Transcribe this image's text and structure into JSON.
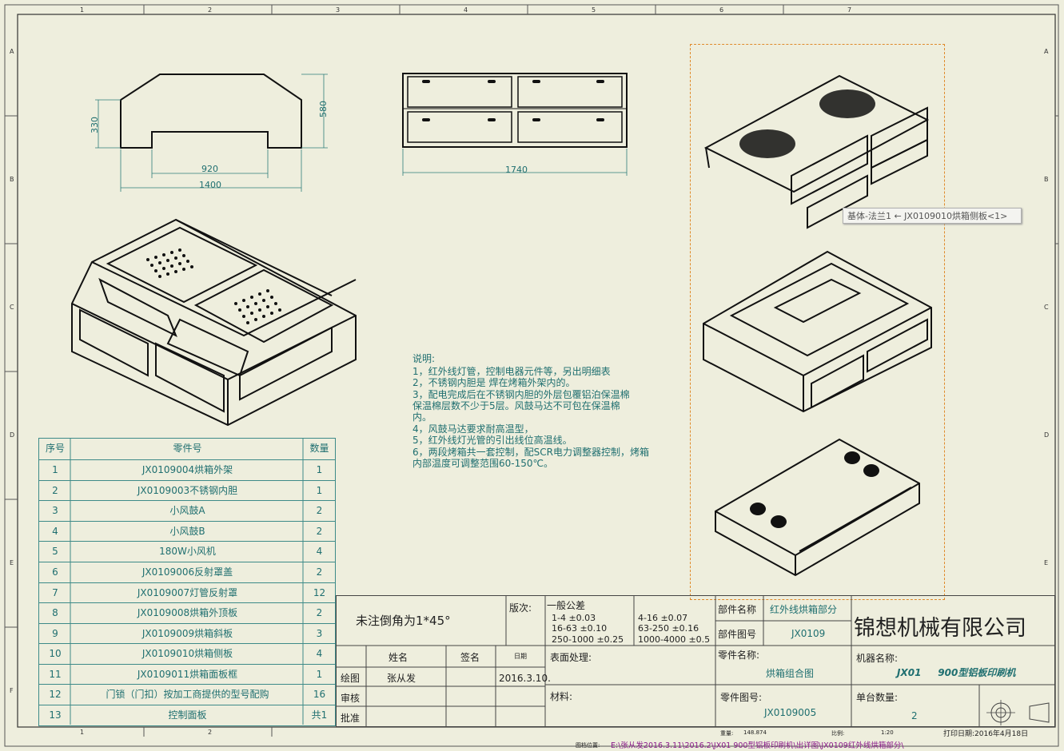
{
  "border_numbers": {
    "top": [
      "1",
      "2",
      "3",
      "4",
      "5",
      "6",
      "7"
    ],
    "left": [
      "A",
      "B",
      "C",
      "D",
      "E",
      "F"
    ]
  },
  "dimensions": {
    "front": {
      "h1": "330",
      "h2": "580",
      "w1": "920",
      "w2": "1400"
    },
    "top": {
      "w": "1740"
    }
  },
  "tooltip": "基体-法兰1 ← JX0109010烘箱侧板<1>",
  "notes": {
    "title": "说明:",
    "lines": [
      "1，红外线灯管，控制电器元件等，另出明细表",
      "2，不锈钢内胆是 焊在烤箱外架内的。",
      "3，配电完成后在不锈钢内胆的外层包覆铝泊保温棉",
      "    保温棉层数不少于5层。风鼓马达不可包在保温棉",
      "    内。",
      "4，风鼓马达要求耐高温型，",
      "5，红外线灯光管的引出线位高温线。",
      "6，两段烤箱共一套控制，配SCR电力调整器控制，烤箱",
      "    内部温度可调整范围60-150℃。"
    ]
  },
  "bom": {
    "headers": {
      "no": "序号",
      "part": "零件号",
      "qty": "数量"
    },
    "rows": [
      {
        "no": "1",
        "part": "JX0109004烘箱外架",
        "qty": "1"
      },
      {
        "no": "2",
        "part": "JX0109003不锈钢内胆",
        "qty": "1"
      },
      {
        "no": "3",
        "part": "小风鼓A",
        "qty": "2"
      },
      {
        "no": "4",
        "part": "小风鼓B",
        "qty": "2"
      },
      {
        "no": "5",
        "part": "180W小风机",
        "qty": "4"
      },
      {
        "no": "6",
        "part": "JX0109006反射罩盖",
        "qty": "2"
      },
      {
        "no": "7",
        "part": "JX0109007灯管反射罩",
        "qty": "12"
      },
      {
        "no": "8",
        "part": "JX0109008烘箱外顶板",
        "qty": "2"
      },
      {
        "no": "9",
        "part": "JX0109009烘箱斜板",
        "qty": "3"
      },
      {
        "no": "10",
        "part": "JX0109010烘箱侧板",
        "qty": "4"
      },
      {
        "no": "11",
        "part": "JX0109011烘箱面板框",
        "qty": "1"
      },
      {
        "no": "12",
        "part": "门锁（门扣）按加工商提供的型号配购",
        "qty": "16"
      },
      {
        "no": "13",
        "part": "控制面板",
        "qty": "共1"
      }
    ]
  },
  "title_block": {
    "chamfer": "未注倒角为1*45°",
    "version_label": "版次:",
    "tolerance_title": "一般公差",
    "tol_left": [
      "1-4  ±0.03",
      "16-63  ±0.10",
      "250-1000  ±0.25"
    ],
    "tol_right": [
      "4-16  ±0.07",
      "63-250  ±0.16",
      "1000-4000  ±0.5"
    ],
    "name_label": "姓名",
    "sign_label": "签名",
    "date_label": "日期",
    "draw_label": "绘图",
    "drawer": "张从发",
    "draw_date": "2016.3.10.",
    "review_label": "审核",
    "approve_label": "批准",
    "surface_label": "表面处理:",
    "material_label": "材料:",
    "part_name_label": "部件名称",
    "part_name_value": "红外线烘箱部分",
    "part_no_label": "部件图号",
    "part_no_value": "JX0109",
    "component_name_label": "零件名称:",
    "component_name_value": "烘箱组合图",
    "component_no_label": "零件图号:",
    "component_no_value": "JX0109005",
    "company": "锦想机械有限公司",
    "machine_label": "机器名称:",
    "machine_value": "JX01     900型铝板印刷机",
    "unit_qty_label": "单台数量:",
    "unit_qty_value": "2",
    "small_weight_label": "重量:",
    "small_weight": "148.874",
    "small_scale_label": "比例:",
    "small_scale": "1:20",
    "print_date": "打印日期:2016年4月18日",
    "file_label": "图档位置:",
    "file_path": "E:\\张从发2016.3.11\\2016.2\\JX01   900型铝板印刷机\\出详图\\JX0109红外线烘箱部分\\"
  },
  "colors": {
    "sheet": "#eeeedd",
    "line": "#111111",
    "teal": "#1f6f70",
    "dim": "#2e7d7a",
    "orange": "#e08a2a"
  }
}
